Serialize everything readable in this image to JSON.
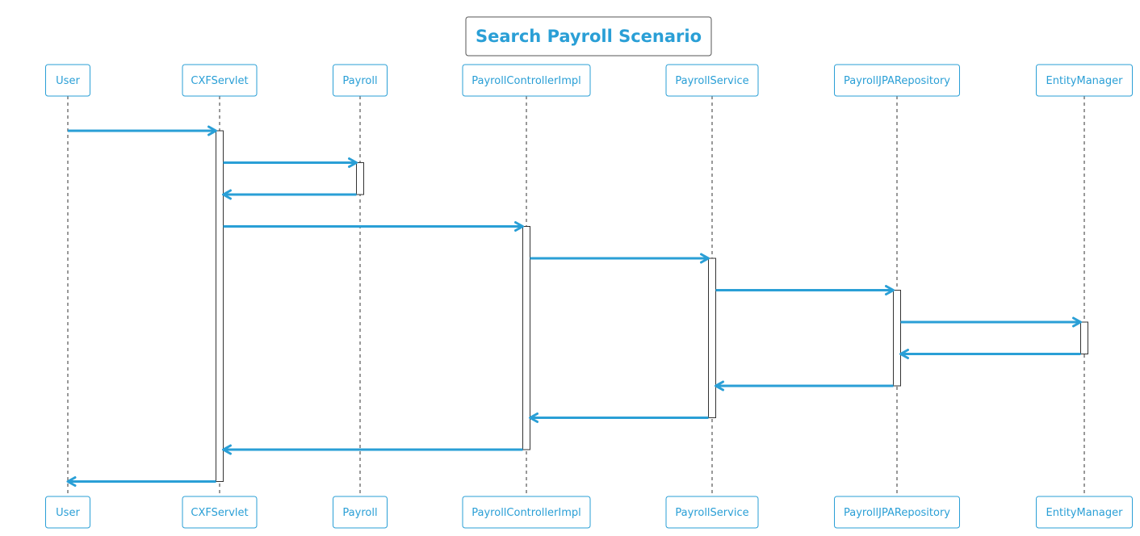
{
  "diagram": {
    "title": "Search Payroll Scenario",
    "colors": {
      "accent": "#2a9fd6",
      "line": "#333333"
    },
    "participants": [
      {
        "id": "user",
        "name": "User"
      },
      {
        "id": "cxf",
        "name": "CXFServlet"
      },
      {
        "id": "payroll",
        "name": "Payroll"
      },
      {
        "id": "controller",
        "name": "PayrollControllerImpl"
      },
      {
        "id": "service",
        "name": "PayrollService"
      },
      {
        "id": "repo",
        "name": "PayrollJPARepository"
      },
      {
        "id": "em",
        "name": "EntityManager"
      }
    ],
    "messages": [
      {
        "from": "user",
        "to": "cxf"
      },
      {
        "from": "cxf",
        "to": "payroll"
      },
      {
        "from": "payroll",
        "to": "cxf"
      },
      {
        "from": "cxf",
        "to": "controller"
      },
      {
        "from": "controller",
        "to": "service"
      },
      {
        "from": "service",
        "to": "repo"
      },
      {
        "from": "repo",
        "to": "em"
      },
      {
        "from": "em",
        "to": "repo"
      },
      {
        "from": "repo",
        "to": "service"
      },
      {
        "from": "service",
        "to": "controller"
      },
      {
        "from": "controller",
        "to": "cxf"
      },
      {
        "from": "cxf",
        "to": "user"
      }
    ]
  }
}
